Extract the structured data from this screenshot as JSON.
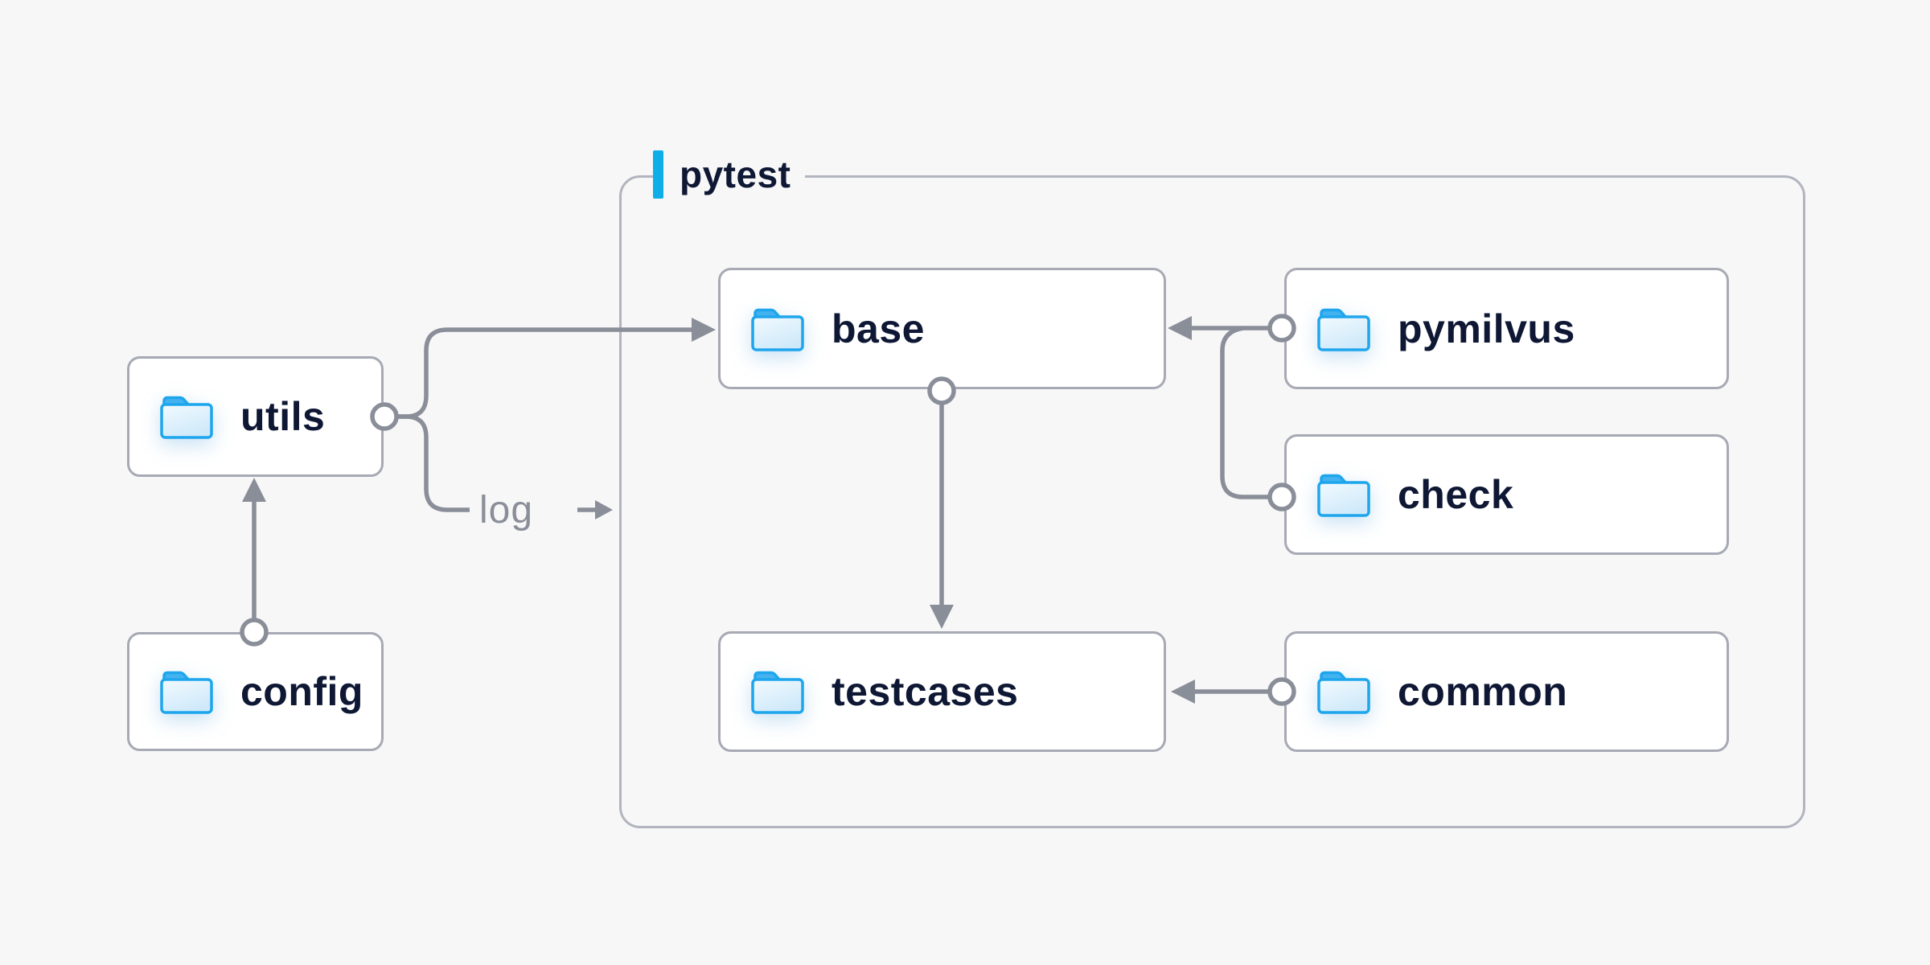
{
  "diagram": {
    "group": {
      "label": "pytest"
    },
    "nodes": {
      "utils": {
        "label": "utils",
        "icon": "folder-icon",
        "inside_group": false
      },
      "config": {
        "label": "config",
        "icon": "folder-icon",
        "inside_group": false
      },
      "base": {
        "label": "base",
        "icon": "folder-icon",
        "inside_group": true
      },
      "pymilvus": {
        "label": "pymilvus",
        "icon": "folder-icon",
        "inside_group": true
      },
      "check": {
        "label": "check",
        "icon": "folder-icon",
        "inside_group": true
      },
      "testcases": {
        "label": "testcases",
        "icon": "folder-icon",
        "inside_group": true
      },
      "common": {
        "label": "common",
        "icon": "folder-icon",
        "inside_group": true
      }
    },
    "edge_label": "log",
    "edges": [
      {
        "from": "config",
        "to": "utils"
      },
      {
        "from": "utils",
        "to": "base"
      },
      {
        "from": "utils",
        "to": "log"
      },
      {
        "from": "pymilvus",
        "to": "base"
      },
      {
        "from": "check",
        "to": "base"
      },
      {
        "from": "base",
        "to": "testcases"
      },
      {
        "from": "common",
        "to": "testcases"
      }
    ],
    "colors": {
      "background": "#f7f7f8",
      "accent_blue": "#10aee9",
      "text_navy": "#0e1733",
      "line_gray": "#8a8e98",
      "node_border": "#a7a9b4",
      "group_border": "#b2b4bf",
      "folder_outline": "#1ea6ed",
      "folder_tab": "#45b2f0",
      "folder_fill_top": "#f2fafe",
      "folder_fill_bottom": "#cfe9fa"
    }
  }
}
